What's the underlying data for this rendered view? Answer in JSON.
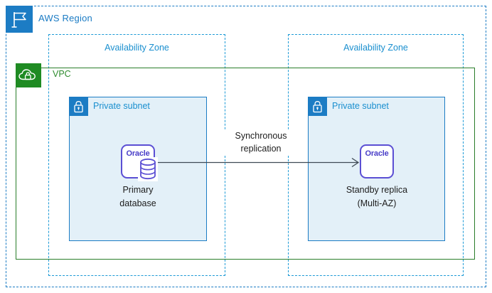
{
  "diagram": {
    "region": {
      "label": "AWS Region",
      "icon": "aws-region-flag-icon",
      "color": "#1a7bc4"
    },
    "availability_zones": [
      {
        "label": "Availability Zone"
      },
      {
        "label": "Availability Zone"
      }
    ],
    "vpc": {
      "label": "VPC",
      "icon": "vpc-cloud-lock-icon",
      "color": "#2e8b2e"
    },
    "subnets": [
      {
        "label": "Private subnet",
        "icon": "padlock-icon",
        "node": {
          "vendor": "Oracle",
          "caption_line1": "Primary",
          "caption_line2": "database",
          "has_database_cylinder": true
        }
      },
      {
        "label": "Private subnet",
        "icon": "padlock-icon",
        "node": {
          "vendor": "Oracle",
          "caption_line1": "Standby replica",
          "caption_line2": "(Multi-AZ)",
          "has_database_cylinder": false
        }
      }
    ],
    "connection": {
      "label_line1": "Synchronous",
      "label_line2": "replication",
      "direction": "left-to-right",
      "color": "#3f4a55"
    },
    "colors": {
      "aws_blue": "#1c7cc4",
      "az_blue": "#1c9ad6",
      "vpc_green": "#2a7d2a",
      "subnet_fill": "#e3f0f8",
      "oracle_purple": "#5b4fd4"
    }
  }
}
